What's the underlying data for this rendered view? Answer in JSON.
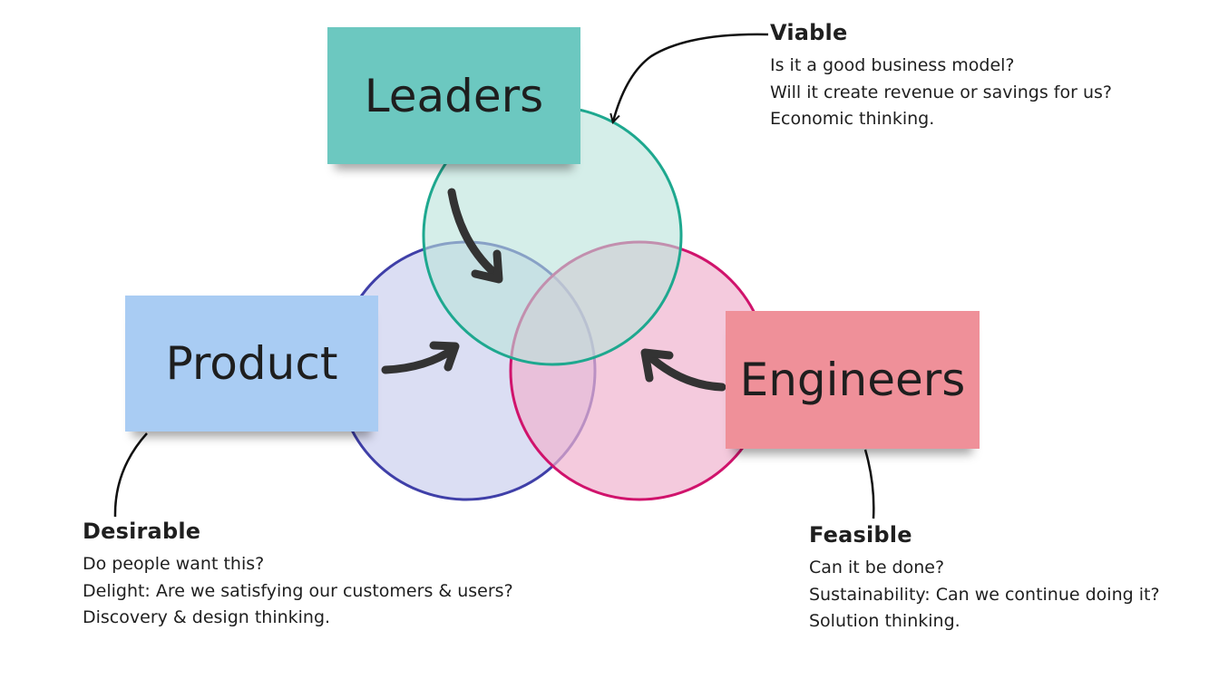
{
  "notes": {
    "leaders": "Leaders",
    "product": "Product",
    "engineers": "Engineers"
  },
  "viable": {
    "title": "Viable",
    "lines": [
      "Is it a good business model?",
      "Will it create revenue or savings for us?",
      "Economic thinking."
    ]
  },
  "desirable": {
    "title": "Desirable",
    "lines": [
      "Do people want this?",
      "Delight: Are we satisfying our customers & users?",
      "Discovery & design thinking."
    ]
  },
  "feasible": {
    "title": "Feasible",
    "lines": [
      "Can it be done?",
      "Sustainability: Can we continue doing it?",
      "Solution thinking."
    ]
  },
  "colors": {
    "viable_circle_fill": "#c9ebe4",
    "viable_circle_stroke": "#1ea88f",
    "desirable_circle_fill": "#cfd3ef",
    "desirable_circle_stroke": "#3f3fa8",
    "feasible_circle_fill": "#f3bcd6",
    "feasible_circle_stroke": "#d0136c",
    "leaders_note": "#6cc8c0",
    "product_note": "#a9ccf3",
    "engineers_note": "#ef9099"
  }
}
